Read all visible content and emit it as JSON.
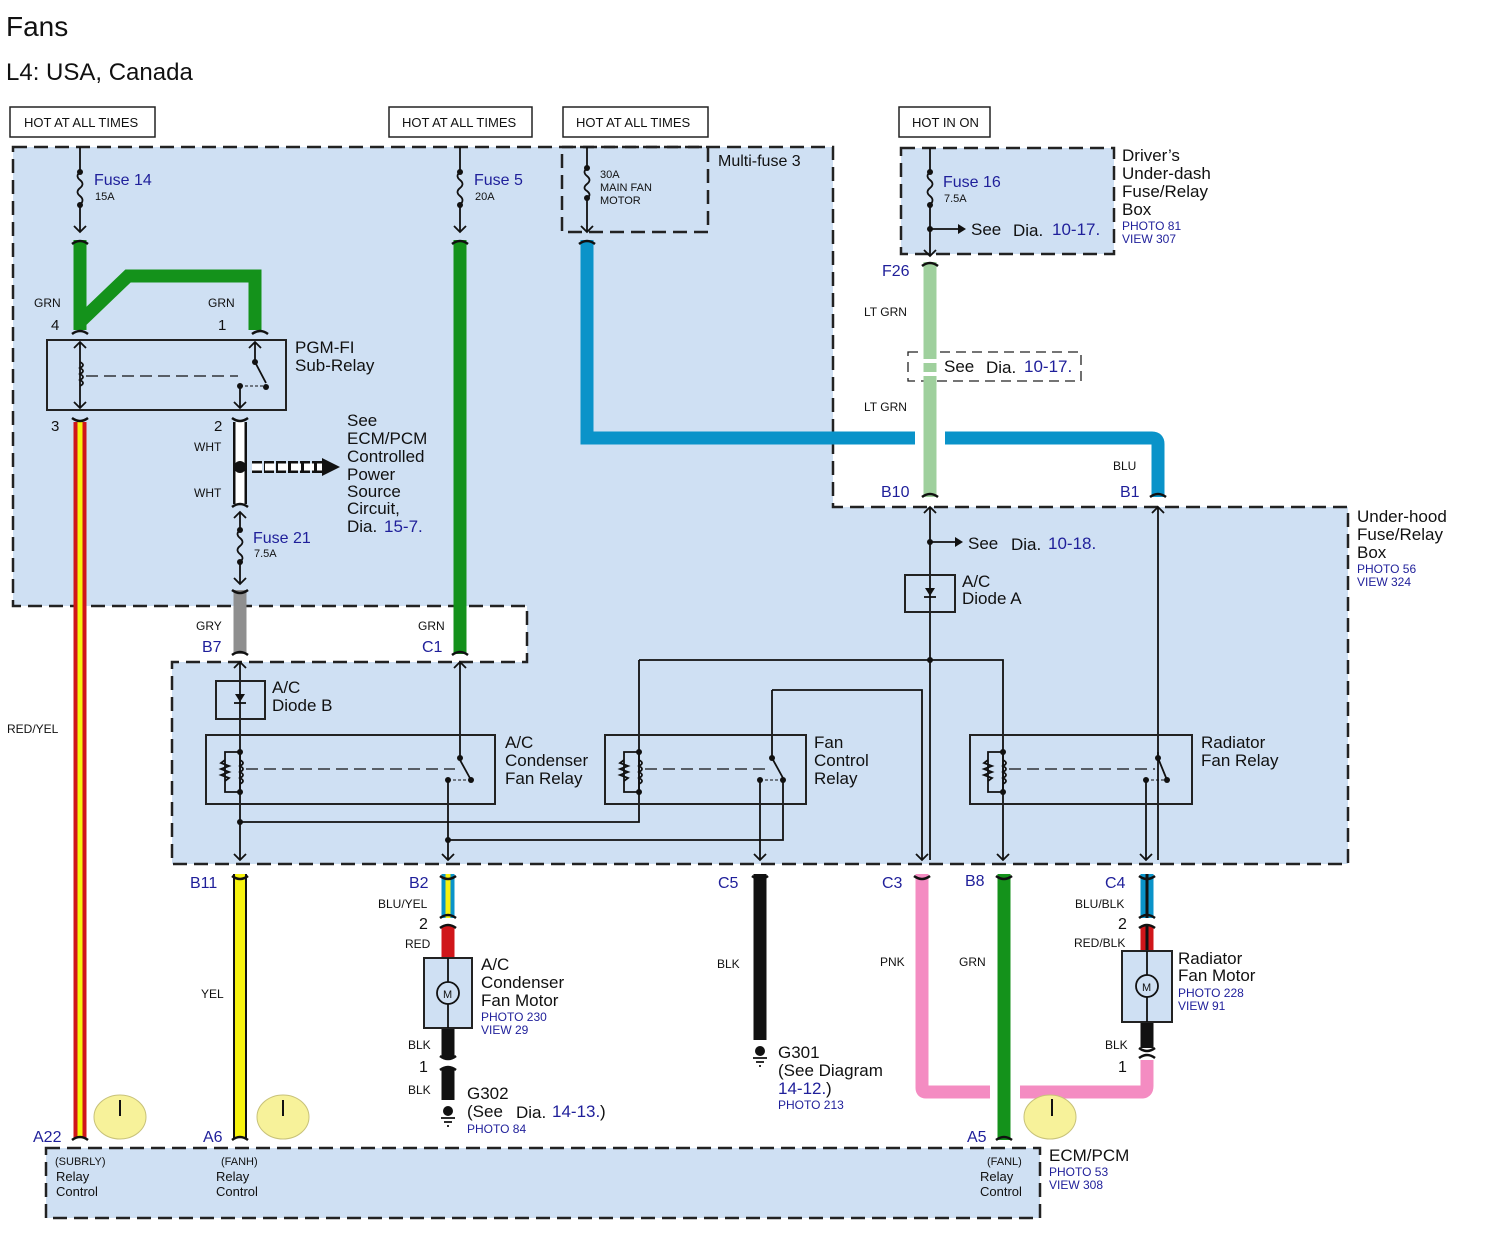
{
  "title": "Fans",
  "subtitle": "L4: USA, Canada",
  "power_labels": [
    "HOT AT ALL TIMES",
    "HOT AT ALL TIMES",
    "HOT AT ALL TIMES",
    "HOT IN ON"
  ],
  "fuses": {
    "fuse14": {
      "name": "Fuse 14",
      "rating": "15A"
    },
    "fuse5": {
      "name": "Fuse 5",
      "rating": "20A"
    },
    "multifuse": {
      "line1": "30A",
      "line2": "MAIN FAN",
      "line3": "MOTOR",
      "label": "Multi-fuse 3"
    },
    "fuse16": {
      "name": "Fuse 16",
      "rating": "7.5A"
    },
    "fuse21": {
      "name": "Fuse 21",
      "rating": "7.5A"
    }
  },
  "boxes": {
    "underdash": {
      "l1": "Driver’s",
      "l2": "Under-dash",
      "l3": "Fuse/Relay",
      "l4": "Box",
      "photo": "PHOTO 81",
      "view": "VIEW 307"
    },
    "underhood": {
      "l1": "Under-hood",
      "l2": "Fuse/Relay",
      "l3": "Box",
      "photo": "PHOTO 56",
      "view": "VIEW 324"
    },
    "ecm": {
      "name": "ECM/PCM",
      "photo": "PHOTO 53",
      "view": "VIEW 308"
    }
  },
  "see_refs": {
    "see": "See",
    "dia": "Dia.",
    "ref_10_17": "10-17.",
    "ref_10_18": "10-18.",
    "ecm_l1": "See",
    "ecm_l2": "ECM/PCM",
    "ecm_l3": "Controlled",
    "ecm_l4": "Power",
    "ecm_l5": "Source",
    "ecm_l6": "Circuit,",
    "ecm_l7": "Dia.",
    "ecm_ref": "15-7."
  },
  "relays": {
    "pgmfi": {
      "l1": "PGM-FI",
      "l2": "Sub-Relay",
      "pins": [
        "4",
        "1",
        "3",
        "2"
      ]
    },
    "ac_cond": {
      "l1": "A/C",
      "l2": "Condenser",
      "l3": "Fan Relay"
    },
    "fan_ctrl": {
      "l1": "Fan",
      "l2": "Control",
      "l3": "Relay"
    },
    "radiator": {
      "l1": "Radiator",
      "l2": "Fan Relay"
    }
  },
  "diodes": {
    "a": {
      "l1": "A/C",
      "l2": "Diode A"
    },
    "b": {
      "l1": "A/C",
      "l2": "Diode B"
    }
  },
  "wire_colors": {
    "grn": "GRN",
    "wht": "WHT",
    "gry": "GRY",
    "ltgrn": "LT GRN",
    "blu": "BLU",
    "redyel": "RED/YEL",
    "yel": "YEL",
    "bluyel": "BLU/YEL",
    "red": "RED",
    "blk": "BLK",
    "pnk": "PNK",
    "blublk": "BLU/BLK",
    "redblk": "RED/BLK"
  },
  "connectors": {
    "F26": "F26",
    "B10": "B10",
    "B1": "B1",
    "B7": "B7",
    "C1": "C1",
    "B11": "B11",
    "B2": "B2",
    "C5": "C5",
    "C3": "C3",
    "B8": "B8",
    "C4": "C4",
    "A22": "A22",
    "A6": "A6",
    "A5": "A5",
    "pin1": "1",
    "pin2": "2"
  },
  "motors": {
    "ac": {
      "l1": "A/C",
      "l2": "Condenser",
      "l3": "Fan Motor",
      "photo": "PHOTO 230",
      "view": "VIEW 29",
      "symbol": "M"
    },
    "rad": {
      "l1": "Radiator",
      "l2": "Fan Motor",
      "photo": "PHOTO 228",
      "view": "VIEW 91",
      "symbol": "M"
    }
  },
  "grounds": {
    "g302": {
      "name": "G302",
      "l2": "(See",
      "dia": "Dia.",
      "ref": "14-13.",
      "close": ")",
      "photo": "PHOTO 84"
    },
    "g301": {
      "name": "G301",
      "l2": "(See Diagram",
      "ref": "14-12.",
      "close": ")",
      "photo": "PHOTO 213"
    }
  },
  "ecm_terminals": [
    {
      "signal": "(SUBRLY)",
      "l1": "Relay",
      "l2": "Control"
    },
    {
      "signal": "(FANH)",
      "l1": "Relay",
      "l2": "Control"
    },
    {
      "signal": "(FANL)",
      "l1": "Relay",
      "l2": "Control"
    }
  ],
  "colors": {
    "box_fill": "#cfe0f3",
    "grn": "#14921b",
    "blu": "#0a93c9",
    "ltgrn": "#9fd09d",
    "red": "#d0161a",
    "yel": "#f6f20f",
    "pnk": "#f48cc2",
    "gry": "#8f8f8f",
    "label_blue": "#1f1f9a"
  }
}
